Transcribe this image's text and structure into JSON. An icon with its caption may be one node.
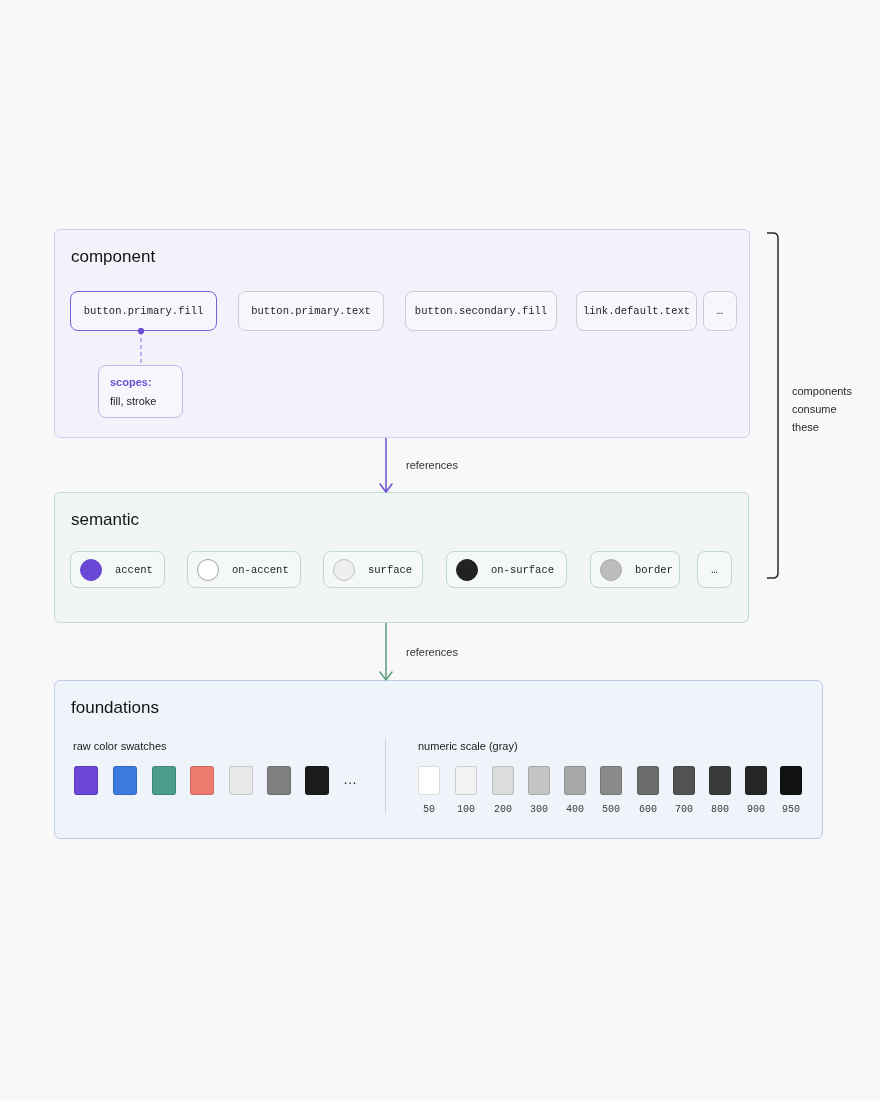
{
  "diagram": {
    "nodes": [
      {
        "text": [
          "component"
        ]
      },
      {
        "text": [
          "button.primary.fill"
        ],
        "in": 0
      },
      {
        "text": [
          "button.primary.text"
        ],
        "in": 0
      },
      {
        "text": [
          "button.secondary.fill"
        ],
        "in": 0
      },
      {
        "text": [
          "link.default.text"
        ],
        "in": 0
      },
      {
        "text": [
          "…"
        ],
        "in": 0
      },
      {
        "text": [
          "scopes:",
          "fill, stroke"
        ],
        "in": 0
      },
      {
        "text": [
          "semantic"
        ]
      },
      {
        "text": [
          "accent"
        ],
        "in": 7
      },
      {
        "text": [
          "on-accent"
        ],
        "in": 7
      },
      {
        "text": [
          "surface"
        ],
        "in": 7
      },
      {
        "text": [
          "on-surface"
        ],
        "in": 7
      },
      {
        "text": [
          "border"
        ],
        "in": 7
      },
      {
        "text": [
          "…"
        ],
        "in": 7
      },
      {
        "text": [
          "foundations"
        ]
      }
    ],
    "edges": [
      {
        "from": 1,
        "to": 6,
        "arrow": "other",
        "style": "dashed",
        "color": "#a28de6"
      },
      {
        "from": 0,
        "to": 7,
        "arrow": "to",
        "label": "references"
      },
      {
        "from": 7,
        "to": 14,
        "arrow": "to",
        "label": "references",
        "color": "#5a9e80"
      }
    ],
    "labels": [
      "components consume these",
      "raw color swatches",
      "…",
      "numeric scale (gray)",
      "50",
      "100",
      "200",
      "300",
      "400",
      "500",
      "600",
      "700",
      "800",
      "900",
      "950"
    ]
  }
}
